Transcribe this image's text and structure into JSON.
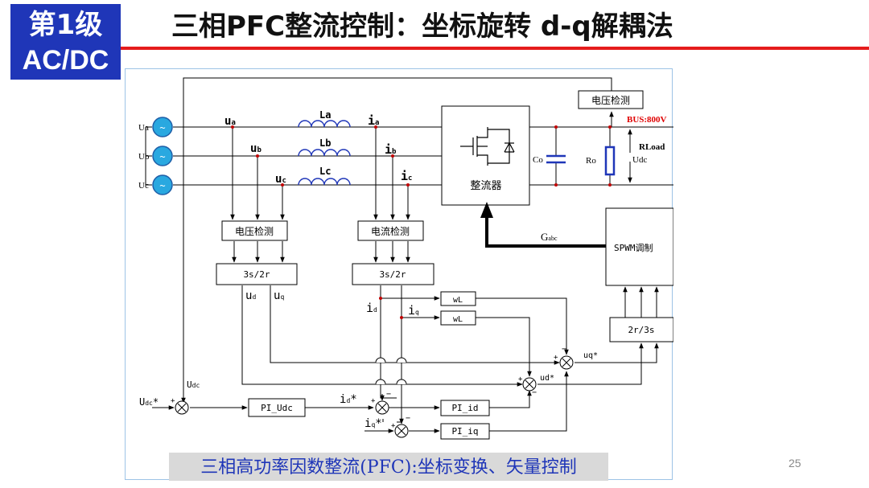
{
  "badge": {
    "line1": "第1级",
    "line2": "AC/DC"
  },
  "title": "三相PFC整流控制：坐标旋转 d-q解耦法",
  "caption": "三相高功率因数整流(PFC):坐标变换、矢量控制",
  "page_number": "25",
  "diagram": {
    "sources": [
      {
        "label": "Ua",
        "symbol": "~"
      },
      {
        "label": "Ub",
        "symbol": "~"
      },
      {
        "label": "Uc",
        "symbol": "~"
      }
    ],
    "phase_voltages": [
      {
        "main": "u",
        "sub": "a"
      },
      {
        "main": "u",
        "sub": "b"
      },
      {
        "main": "u",
        "sub": "c"
      }
    ],
    "inductors": [
      "La",
      "Lb",
      "Lc"
    ],
    "phase_currents": [
      {
        "main": "i",
        "sub": "a"
      },
      {
        "main": "i",
        "sub": "b"
      },
      {
        "main": "i",
        "sub": "c"
      }
    ],
    "rectifier_label": "整流器",
    "voltage_detect_top": "电压检测",
    "bus_label": "BUS:800V",
    "capacitor_label": "Co",
    "resistor_label": "Ro",
    "load_label": "RLoad",
    "udc_label": "Udc",
    "voltage_detect": "电压检测",
    "current_detect": "电流检测",
    "transform_v": "3s/2r",
    "transform_i": "3s/2r",
    "ud": {
      "main": "u",
      "sub": "d"
    },
    "uq": {
      "main": "u",
      "sub": "q"
    },
    "id": {
      "main": "i",
      "sub": "d"
    },
    "iq": {
      "main": "i",
      "sub": "q"
    },
    "wl_1": "wL",
    "wl_2": "wL",
    "gabc": {
      "main": "G",
      "sub": "abc"
    },
    "spwm": "SPWM调制",
    "inverse_transform": "2r/3s",
    "uq_star": "uq*",
    "ud_star": "ud*",
    "udc_fb": {
      "main": "U",
      "sub": "dc"
    },
    "udc_ref": {
      "main": "U",
      "sub": "dc",
      "post": "*"
    },
    "id_ref": {
      "main": "i",
      "sub": "d",
      "post": "*"
    },
    "iq_ref": {
      "main": "i",
      "sub": "q",
      "post": "*"
    },
    "pi_udc": "PI_Udc",
    "pi_id": "PI_id",
    "pi_iq": "PI_iq",
    "plus": "+",
    "minus": "−"
  }
}
